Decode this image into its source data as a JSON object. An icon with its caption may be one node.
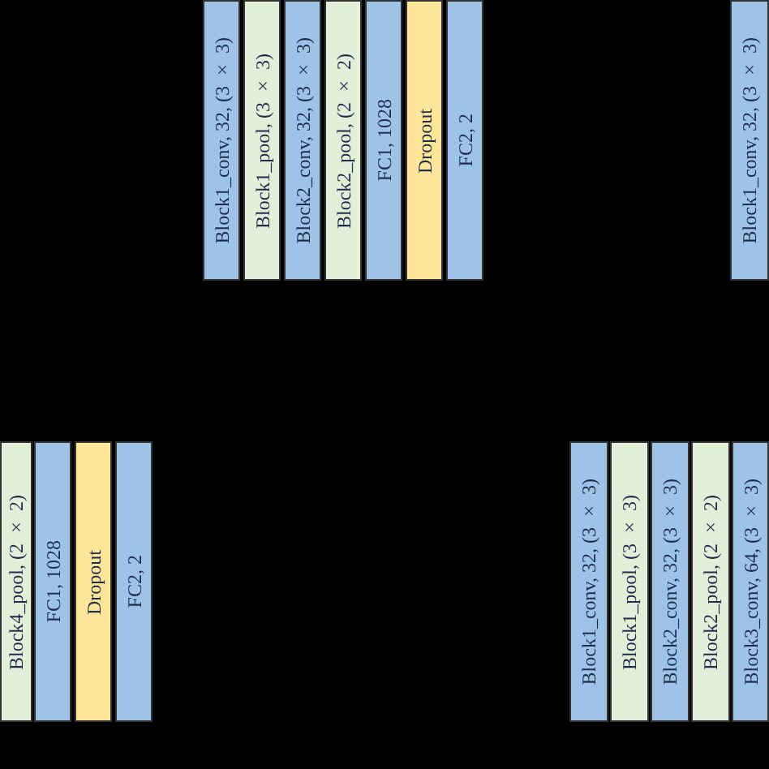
{
  "diagram": {
    "nodes": [
      {
        "text": [
          "Block1_conv, 32, (3 × 3)"
        ]
      },
      {
        "text": [
          "Block1_pool, (3 × 3)"
        ]
      },
      {
        "text": [
          "Block2_conv, 32, (3 × 3)"
        ]
      },
      {
        "text": [
          "Block2_pool, (2 × 2)"
        ]
      },
      {
        "text": [
          "FC1, 1028"
        ]
      },
      {
        "text": [
          "Dropout"
        ]
      },
      {
        "text": [
          "FC2, 2"
        ]
      },
      {
        "text": [
          "Block1_conv, 32, (3 × 3)"
        ]
      },
      {
        "text": [
          "Block4_pool, (2 × 2)"
        ]
      },
      {
        "text": [
          "FC1, 1028"
        ]
      },
      {
        "text": [
          "Dropout"
        ]
      },
      {
        "text": [
          "FC2, 2"
        ]
      },
      {
        "text": [
          "Block1_conv, 32, (3 × 3)"
        ]
      },
      {
        "text": [
          "Block1_pool, (3 × 3)"
        ]
      },
      {
        "text": [
          "Block2_conv, 32, (3 × 3)"
        ]
      },
      {
        "text": [
          "Block2_pool, (2 × 2)"
        ]
      },
      {
        "text": [
          "Block3_conv, 64, (3 × 3)"
        ]
      }
    ]
  }
}
